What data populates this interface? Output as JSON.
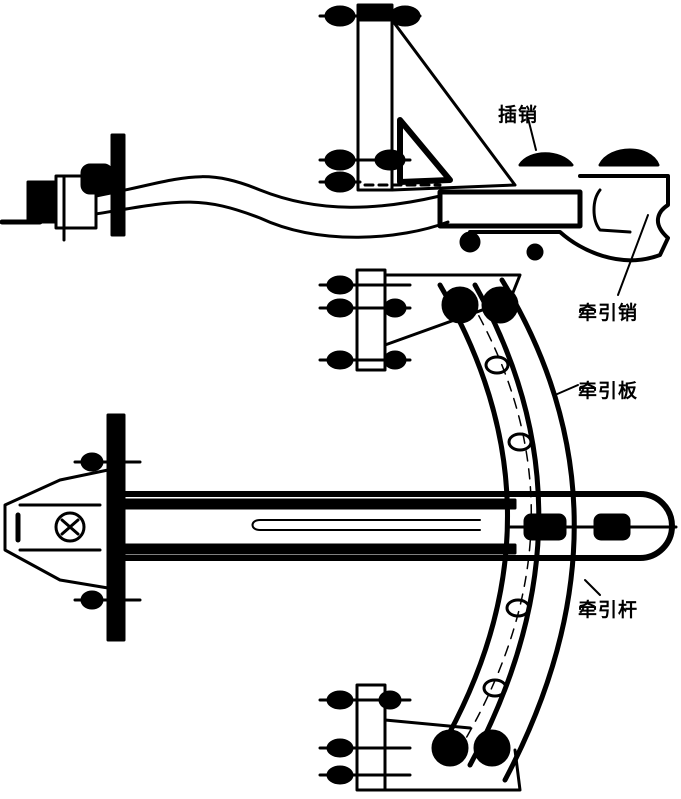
{
  "labels": {
    "pin": "插销",
    "traction_pin": "牵引销",
    "traction_plate": "牵引板",
    "traction_rod": "牵引杆"
  },
  "colors": {
    "ink": "#000000",
    "paper": "#ffffff"
  }
}
